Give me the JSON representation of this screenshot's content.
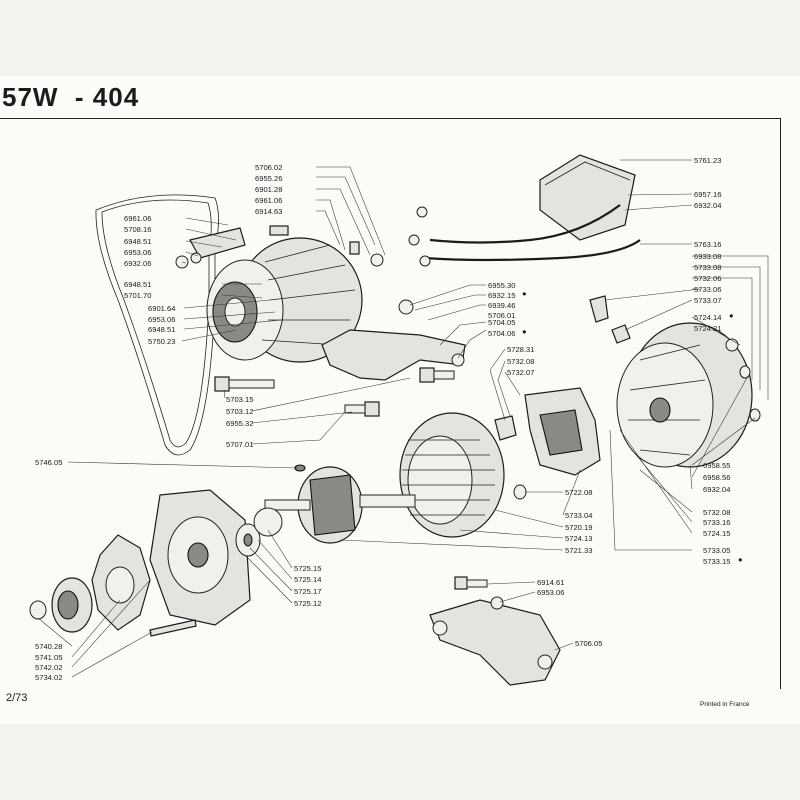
{
  "header": {
    "title": "57W  - 404"
  },
  "footer": {
    "page": "2/73",
    "printed": "Printed in France"
  },
  "labels": [
    {
      "id": "5706.02",
      "text": "5706.02"
    },
    {
      "id": "6955.26",
      "text": "6955.26"
    },
    {
      "id": "6901.28",
      "text": "6901.28"
    },
    {
      "id": "6961.06a",
      "text": "6961.06"
    },
    {
      "id": "6914.63",
      "text": "6914.63"
    },
    {
      "id": "6961.06b",
      "text": "6961.06"
    },
    {
      "id": "5708.16",
      "text": "5708.16"
    },
    {
      "id": "6948.51a",
      "text": "6948.51"
    },
    {
      "id": "6953.06a",
      "text": "6953.06"
    },
    {
      "id": "6932.06",
      "text": "6932.06"
    },
    {
      "id": "6948.51b",
      "text": "6948.51"
    },
    {
      "id": "5701.70",
      "text": "5701.70"
    },
    {
      "id": "6901.64",
      "text": "6901.64"
    },
    {
      "id": "6953.06b",
      "text": "6953.06"
    },
    {
      "id": "6948.51c",
      "text": "6948.51"
    },
    {
      "id": "5750.23",
      "text": "5750.23"
    },
    {
      "id": "5703.15",
      "text": "5703.15"
    },
    {
      "id": "5703.12",
      "text": "5703.12"
    },
    {
      "id": "6955.32",
      "text": "6955.32"
    },
    {
      "id": "5707.01",
      "text": "5707.01"
    },
    {
      "id": "5746.05",
      "text": "5746.05"
    },
    {
      "id": "5761.23",
      "text": "5761.23"
    },
    {
      "id": "6957.16",
      "text": "6957.16"
    },
    {
      "id": "6932.04a",
      "text": "6932.04"
    },
    {
      "id": "5763.16",
      "text": "5763.16"
    },
    {
      "id": "6933.08",
      "text": "6933.08"
    },
    {
      "id": "5733.08",
      "text": "5733.08"
    },
    {
      "id": "5732.06",
      "text": "5732.06"
    },
    {
      "id": "5733.06",
      "text": "5733.06"
    },
    {
      "id": "5733.07",
      "text": "5733.07"
    },
    {
      "id": "5724.14",
      "text": "5724.14"
    },
    {
      "id": "5724.21",
      "text": "5724.21"
    },
    {
      "id": "6955.30",
      "text": "6955.30"
    },
    {
      "id": "6932.15",
      "text": "6932.15"
    },
    {
      "id": "6939.46",
      "text": "6939.46"
    },
    {
      "id": "5706.01",
      "text": "5706.01"
    },
    {
      "id": "5704.05",
      "text": "5704.05"
    },
    {
      "id": "5704.06",
      "text": "5704.06"
    },
    {
      "id": "5728.31",
      "text": "5728.31"
    },
    {
      "id": "5732.08a",
      "text": "5732.08"
    },
    {
      "id": "5732.07",
      "text": "5732.07"
    },
    {
      "id": "6958.55",
      "text": "6958.55"
    },
    {
      "id": "6958.56",
      "text": "6958.56"
    },
    {
      "id": "6932.04b",
      "text": "6932.04"
    },
    {
      "id": "5722.08",
      "text": "5722.08"
    },
    {
      "id": "5733.04",
      "text": "5733.04"
    },
    {
      "id": "5720.19",
      "text": "5720.19"
    },
    {
      "id": "5724.13",
      "text": "5724.13"
    },
    {
      "id": "5721.33",
      "text": "5721.33"
    },
    {
      "id": "5732.08b",
      "text": "5732.08"
    },
    {
      "id": "5733.16",
      "text": "5733.16"
    },
    {
      "id": "5724.15",
      "text": "5724.15"
    },
    {
      "id": "5733.05",
      "text": "5733.05"
    },
    {
      "id": "5733.15",
      "text": "5733.15"
    },
    {
      "id": "5725.15",
      "text": "5725.15"
    },
    {
      "id": "5725.14",
      "text": "5725.14"
    },
    {
      "id": "5725.17",
      "text": "5725.17"
    },
    {
      "id": "5725.12",
      "text": "5725.12"
    },
    {
      "id": "6914.61",
      "text": "6914.61"
    },
    {
      "id": "6953.06c",
      "text": "6953.06"
    },
    {
      "id": "5706.05",
      "text": "5706.05"
    },
    {
      "id": "5740.28",
      "text": "5740.28"
    },
    {
      "id": "5741.05",
      "text": "5741.05"
    },
    {
      "id": "5742.02",
      "text": "5742.02"
    },
    {
      "id": "5734.02",
      "text": "5734.02"
    }
  ],
  "markers": {
    "star": "●"
  }
}
